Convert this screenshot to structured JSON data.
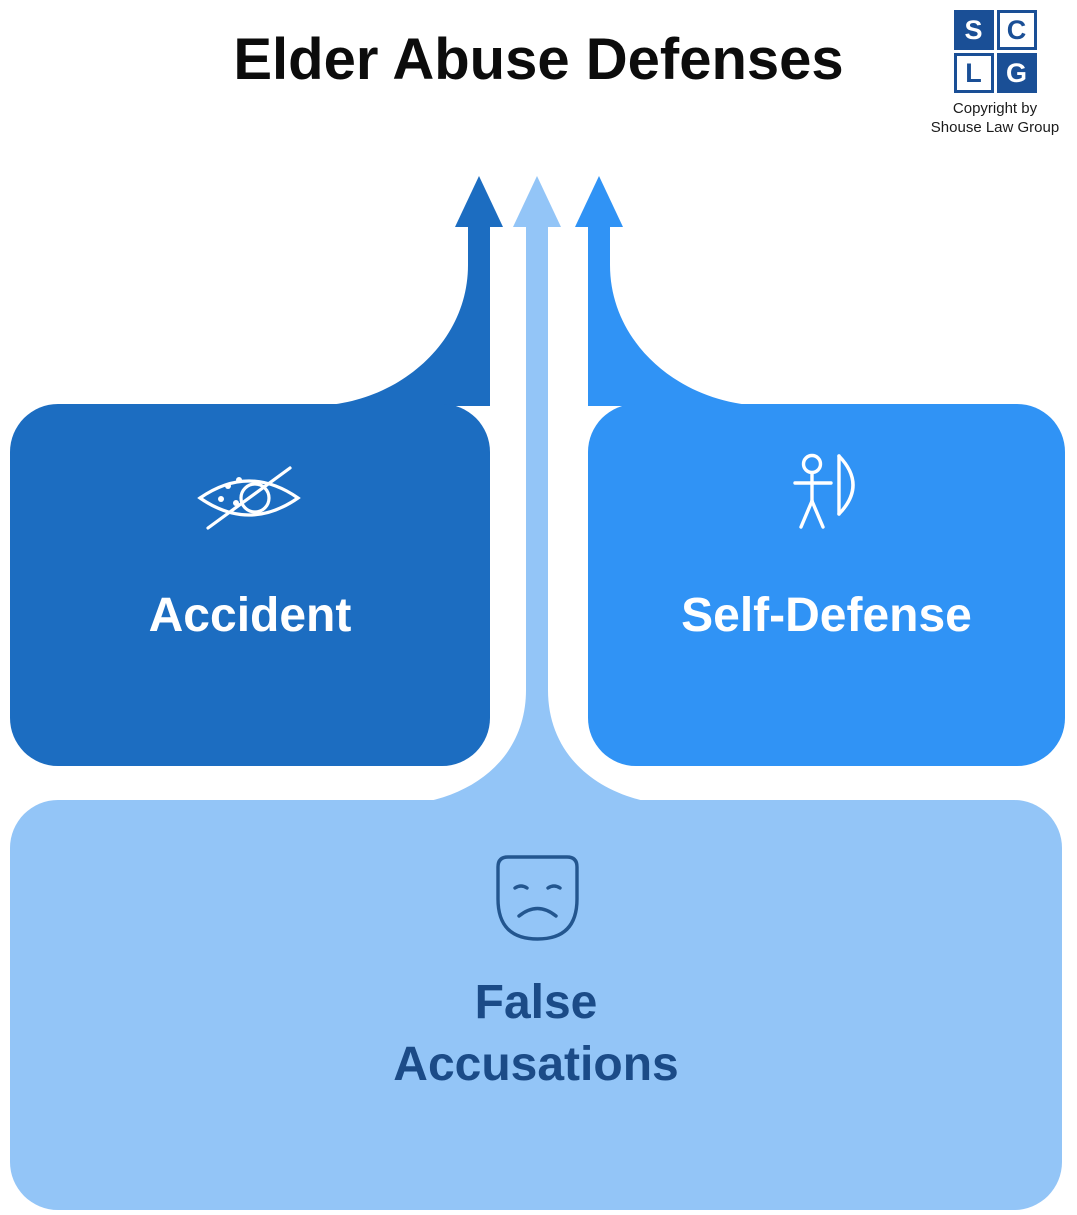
{
  "title": "Elder Abuse Defenses",
  "logo": {
    "letters": [
      "S",
      "C",
      "L",
      "G"
    ],
    "copyright_line1": "Copyright by",
    "copyright_line2": "Shouse Law Group",
    "brand_blue": "#1A4F96"
  },
  "boxes": [
    {
      "label": "Accident",
      "color": "#1C6DC1",
      "icon": "eye-slash-icon",
      "text_color": "#FFFFFF"
    },
    {
      "label": "Self-Defense",
      "color": "#3093F5",
      "icon": "archer-icon",
      "text_color": "#FFFFFF"
    },
    {
      "label_line1": "False",
      "label_line2": "Accusations",
      "color": "#93C5F7",
      "icon": "sad-mask-icon",
      "text_color": "#1B4B87",
      "icon_color": "#23568F"
    }
  ],
  "icon_stroke": {
    "white": "#FFFFFF"
  }
}
